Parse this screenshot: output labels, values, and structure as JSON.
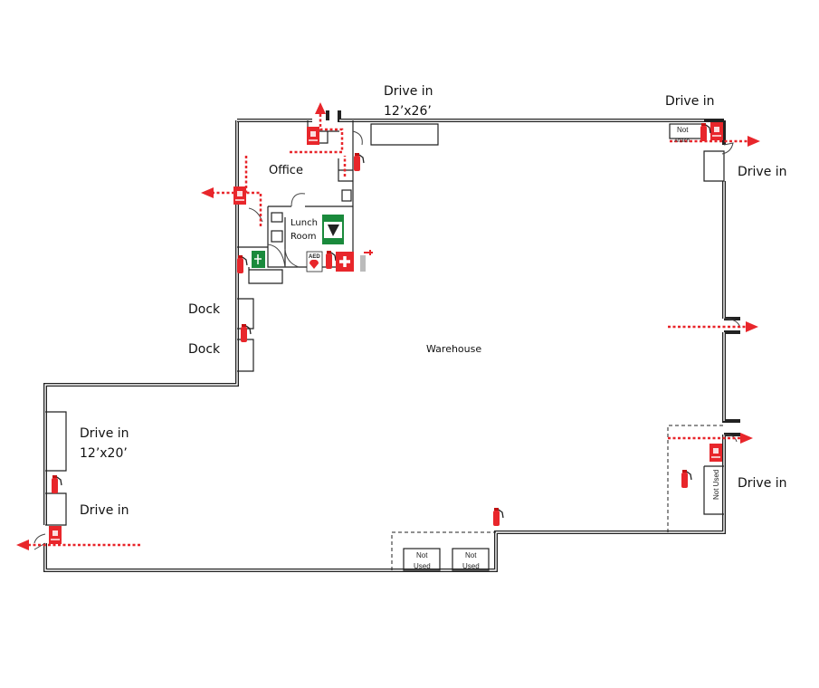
{
  "labels": {
    "drive_in_top": "Drive in",
    "drive_in_top_size": "12’x26’",
    "drive_in_top_right": "Drive in",
    "drive_in_right_upper": "Drive in",
    "drive_in_left": "Drive in",
    "drive_in_left_size": "12’x20’",
    "drive_in_left_lower": "Drive in",
    "drive_in_right_lower": "Drive in",
    "office": "Office",
    "lunch_room_1": "Lunch",
    "lunch_room_2": "Room",
    "dock_1": "Dock",
    "dock_2": "Dock",
    "warehouse": "Warehouse",
    "not_used_1a": "Not",
    "not_used_1b": "Used",
    "not_used_2a": "Not",
    "not_used_2b": "Used",
    "not_used_vertical": "Not Used",
    "not_top_right_a": "Not",
    "not_top_right_b": "Attach",
    "aed": "AED"
  },
  "icons": [
    "fire-extinguisher-icon",
    "fire-exit-sign-icon",
    "first-aid-icon",
    "aed-icon",
    "emergency-shower-icon",
    "tornado-shelter-sign-icon",
    "fire-alarm-icon"
  ],
  "colors": {
    "safety_red": "#e8262b",
    "exit_green": "#1a8a3c",
    "wall": "#222222"
  }
}
